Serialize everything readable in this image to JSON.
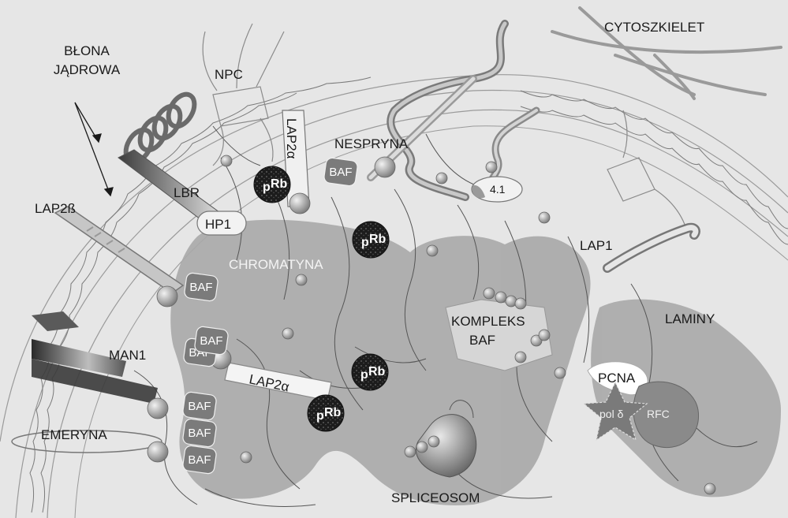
{
  "labels": {
    "nuclear_membrane_line1": "BŁONA",
    "nuclear_membrane_line2": "JĄDROWA",
    "npc": "NPC",
    "cytoskeleton": "CYTOSZKIELET",
    "nesprin": "NESPRYNA",
    "lap2a_top": "LAP2α",
    "lbr": "LBR",
    "hp1": "HP1",
    "lap2b": "LAP2ß",
    "chromatin": "CHROMATYNA",
    "lap1": "LAP1",
    "protein_41": "4.1",
    "baf_complex_line1": "KOMPLEKS",
    "baf_complex_line2": "BAF",
    "laminy": "LAMINY",
    "man1": "MAN1",
    "lap2a_mid": "LAP2α",
    "pcna": "PCNA",
    "pol_delta": "pol δ",
    "rfc": "RFC",
    "emeryna": "EMERYNA",
    "spliceosome": "SPLICEOSOM"
  },
  "baf_label": "BAF",
  "prb_prefix": "p",
  "prb_main": "Rb",
  "colors": {
    "background": "#e6e6e6",
    "chromatin": "#a9a9a9",
    "baf": "#7b7b7b",
    "prb": "#1c1c1c",
    "lamina": "#cfcfcf"
  }
}
